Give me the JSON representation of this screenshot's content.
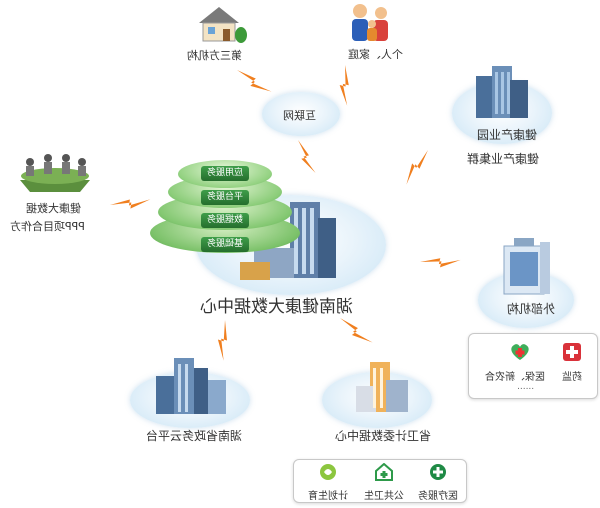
{
  "nodes": {
    "third_party": "第三方机构",
    "individual": "个人、家庭",
    "internet": "互联网",
    "industry_park": "健康产业园",
    "industry_cluster": "健康产业集群",
    "ppp_line1": "健康大数据",
    "ppp_line2": "PPP项目合作方",
    "center": "湖南健康大数据中心",
    "external": "外部机构",
    "gov_cloud": "湖南省政务云平台",
    "nhfpc_center": "省卫计委数据中心"
  },
  "center_layers": [
    "应用服务",
    "平台服务",
    "数据服务",
    "基础服务"
  ],
  "external_logos": {
    "items": [
      "医保、新农合",
      "药监"
    ],
    "more": "......"
  },
  "bottom_logos": {
    "items": [
      "计划生育",
      "公共卫生",
      "医疗服务"
    ]
  },
  "colors": {
    "bolt": "#f07f1f",
    "layer_green": "#2f8a39",
    "cloud": "#c9e4f5"
  }
}
